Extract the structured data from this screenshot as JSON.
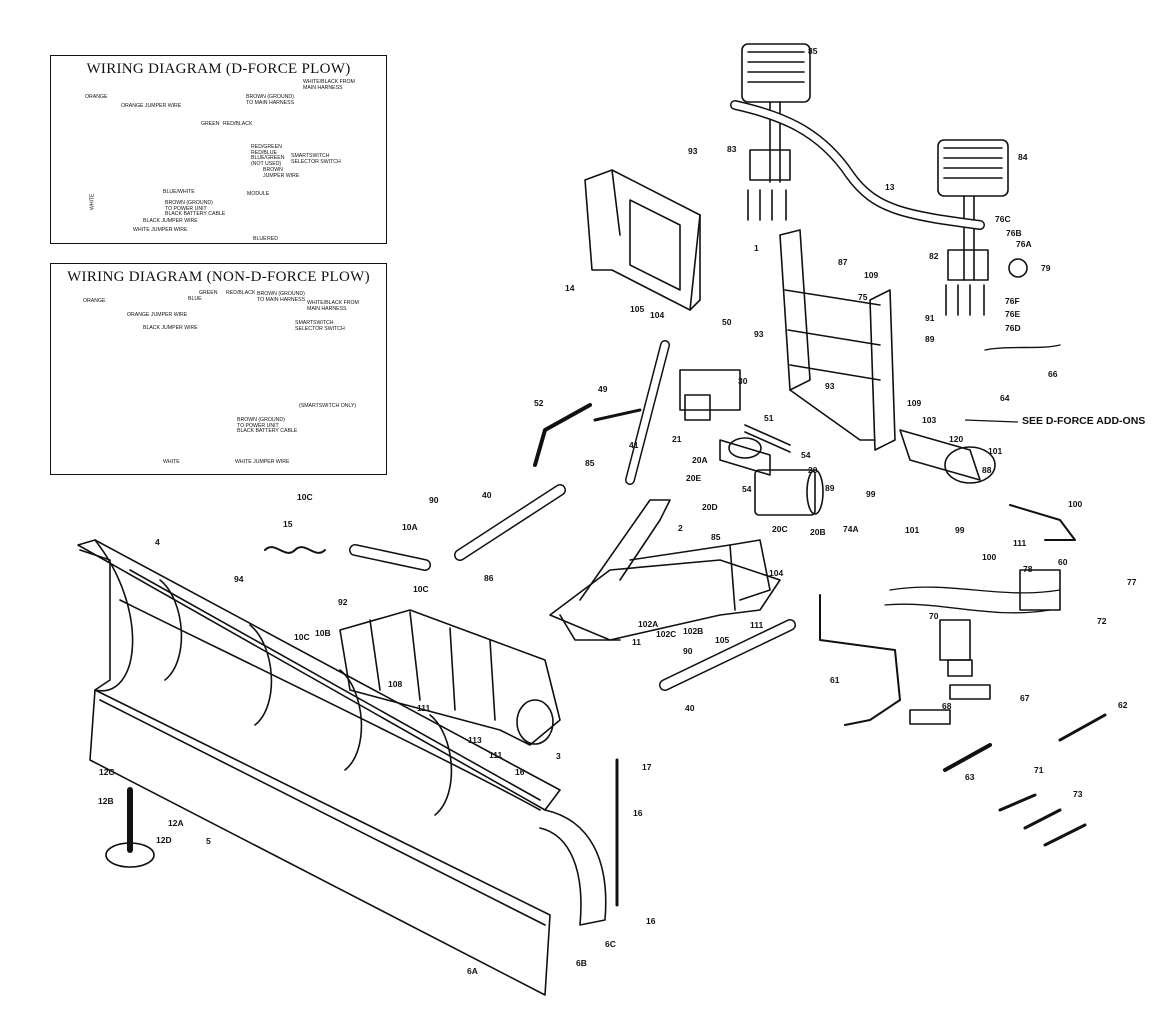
{
  "wiring_diagrams": [
    {
      "title": "WIRING DIAGRAM (D-FORCE PLOW)",
      "labels": {
        "orange": "ORANGE",
        "orange_jumper": "ORANGE JUMPER WIRE",
        "brown_ground": "BROWN (GROUND)\nTO MAIN HARNESS",
        "white_black": "WHITE/BLACK FROM\nMAIN HARNESS",
        "green": "GREEN",
        "red_black": "RED/BLACK",
        "red_green": "RED/GREEN\nRED/BLUE\nBLUE/GREEN\n(NOT USED)",
        "brown_jumper": "BROWN\nJUMPER WIRE",
        "smartswitch": "SMARTSWITCH\nSELECTOR SWITCH",
        "blue_white": "BLUE/WHITE",
        "module": "MODULE",
        "brown_power": "BROWN (GROUND)\nTO POWER UNIT\nBLACK BATTERY CABLE",
        "black_jumper": "BLACK JUMPER WIRE",
        "white_jumper": "WHITE JUMPER WIRE",
        "white": "WHITE",
        "blue": "BLUE",
        "red": "RED"
      }
    },
    {
      "title": "WIRING DIAGRAM (NON-D-FORCE PLOW)",
      "labels": {
        "orange": "ORANGE",
        "green": "GREEN",
        "blue": "BLUE",
        "red_black": "RED/BLACK",
        "brown_ground": "BROWN (GROUND)\nTO MAIN HARNESS",
        "white_black": "WHITE/BLACK FROM\nMAIN HARNESS",
        "orange_jumper": "ORANGE JUMPER WIRE",
        "black_jumper": "BLACK JUMPER WIRE",
        "smartswitch": "SMARTSWITCH\nSELECTOR SWITCH",
        "smartswitch_only": "(SMARTSWITCH ONLY)",
        "brown_power": "BROWN (GROUND)\nTO POWER UNIT\nBLACK BATTERY CABLE",
        "white": "WHITE",
        "white_jumper": "WHITE JUMPER WIRE"
      }
    }
  ],
  "note": "SEE D-FORCE\nADD-ONS",
  "part_labels": [
    "85",
    "93",
    "83",
    "13",
    "84",
    "76C",
    "76B",
    "76A",
    "79",
    "82",
    "76F",
    "76E",
    "76D",
    "14",
    "1",
    "87",
    "109",
    "75",
    "91",
    "93",
    "89",
    "105",
    "104",
    "50",
    "66",
    "64",
    "30",
    "93",
    "52",
    "49",
    "109",
    "103",
    "120",
    "101",
    "51",
    "21",
    "20A",
    "54",
    "41",
    "20",
    "88",
    "85",
    "20E",
    "54",
    "20D",
    "20B",
    "89",
    "99",
    "100",
    "74A",
    "20C",
    "90",
    "40",
    "2",
    "101",
    "99",
    "100",
    "10C",
    "15",
    "10A",
    "111",
    "85",
    "104",
    "4",
    "10C",
    "86",
    "94",
    "78",
    "60",
    "77",
    "92",
    "102A",
    "102B",
    "102C",
    "105",
    "111",
    "70",
    "72",
    "10B",
    "11",
    "90",
    "10C",
    "108",
    "61",
    "67",
    "68",
    "62",
    "111",
    "40",
    "113",
    "3",
    "111",
    "71",
    "63",
    "17",
    "16",
    "73",
    "12C",
    "16",
    "12B",
    "12A",
    "12D",
    "5",
    "16",
    "6C",
    "6B",
    "6A"
  ]
}
